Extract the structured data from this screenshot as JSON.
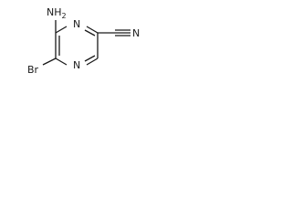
{
  "molecule": {
    "atoms": {
      "amino": "NH",
      "amino_subscript": "2",
      "bromo": "Br",
      "ring_n_top": "N",
      "ring_n_bottom": "N",
      "nitrile_n": "N"
    }
  },
  "colors": {
    "bond": "#1a1a1a",
    "background": "#ffffff"
  }
}
